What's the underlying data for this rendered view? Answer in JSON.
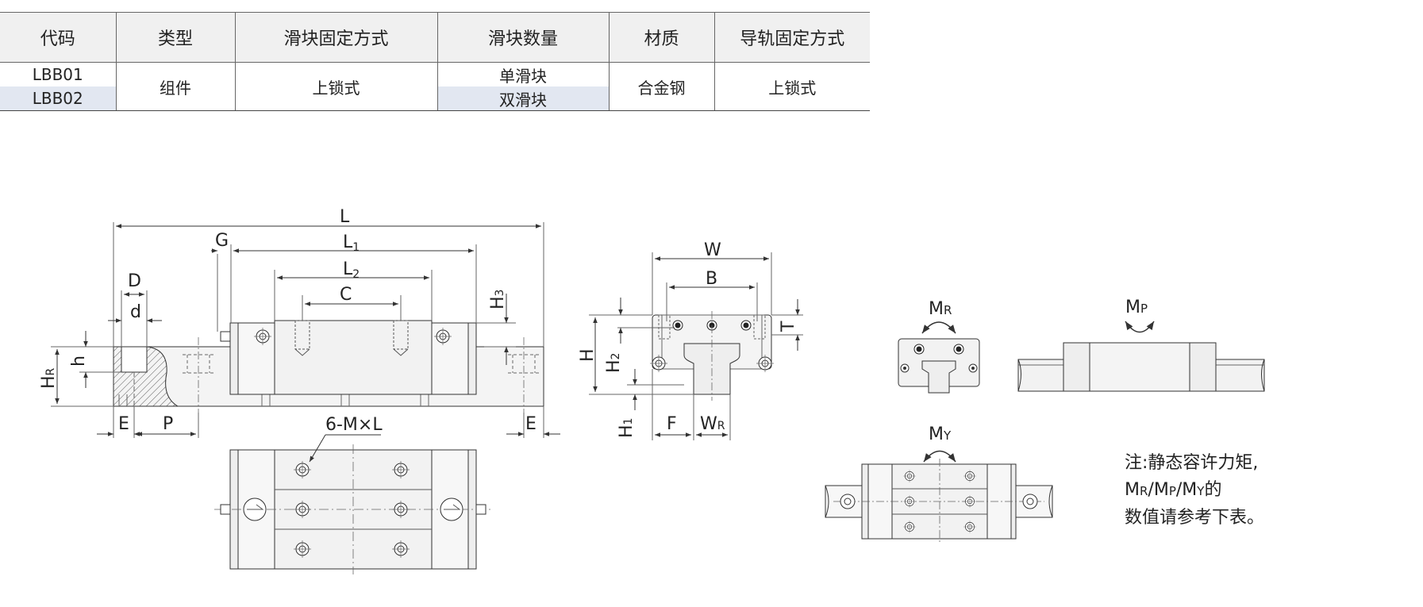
{
  "table": {
    "headers": [
      "代码",
      "类型",
      "滑块固定方式",
      "滑块数量",
      "材质",
      "导轨固定方式"
    ],
    "rows": [
      {
        "code": "LBB01",
        "type": "组件",
        "block_fix": "上锁式",
        "block_count": "单滑块",
        "material": "合金钢",
        "rail_fix": "上锁式"
      },
      {
        "code": "LBB02",
        "block_count": "双滑块"
      }
    ]
  },
  "dimensions": {
    "L": "L",
    "L1": "L",
    "L1_sub": "1",
    "L2": "L",
    "L2_sub": "2",
    "C": "C",
    "G": "G",
    "D": "D",
    "d": "d",
    "h": "h",
    "HR": "H",
    "HR_sub": "R",
    "H3": "H",
    "H3_sub": "3",
    "E_left": "E",
    "P": "P",
    "E_right": "E",
    "hole_spec": "6-M×L",
    "W": "W",
    "B": "B",
    "T": "T",
    "H": "H",
    "H2": "H",
    "H2_sub": "2",
    "H1": "H",
    "H1_sub": "1",
    "F": "F",
    "WR": "W",
    "WR_sub": "R"
  },
  "moments": {
    "MR": "M",
    "MR_sub": "R",
    "MP": "M",
    "MP_sub": "P",
    "MY": "M",
    "MY_sub": "Y"
  },
  "note": {
    "line1": "注:静态容许力矩,",
    "line2_parts": [
      "M",
      "R",
      "/M",
      "P",
      "/M",
      "Y",
      "的"
    ],
    "line3": "数值请参考下表。"
  }
}
